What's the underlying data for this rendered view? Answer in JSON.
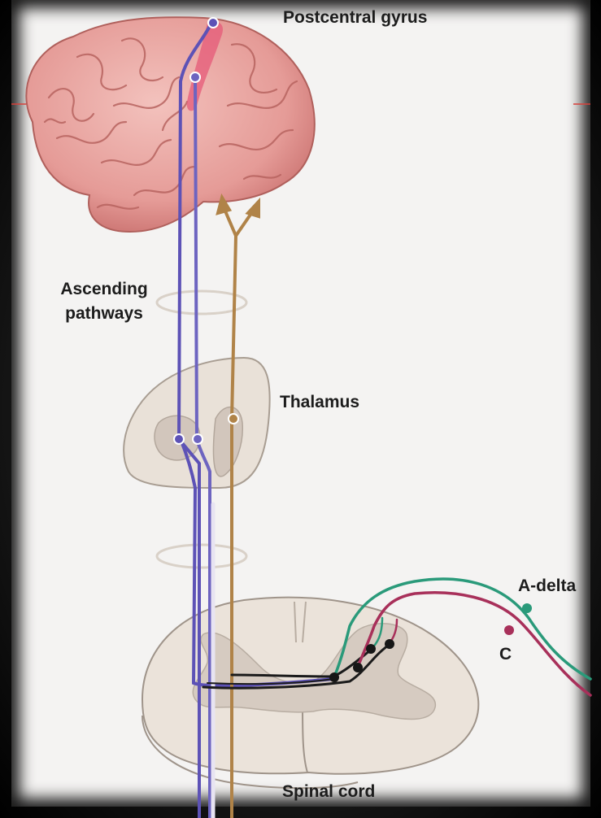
{
  "labels": {
    "postcentral_gyrus": "Postcentral gyrus",
    "ascending_pathways_line1": "Ascending",
    "ascending_pathways_line2": "pathways",
    "thalamus": "Thalamus",
    "a_delta": "A-delta",
    "c_fiber": "C",
    "spinal_cord": "Spinal cord"
  },
  "colors": {
    "brain": "#e8a2a0",
    "brain_gyri_outline": "#b8605e",
    "postcentral_highlight": "#e0607a",
    "ascending_purple": "#5a4fb0",
    "ascending_tan": "#b08040",
    "a_delta_fiber": "#2a9a7a",
    "c_fiber": "#a8305a",
    "tissue": "#e9e1d8",
    "tissue_outline": "#9a8f85",
    "gray_matter": "#d2c6bc",
    "background": "#f4f3f2"
  }
}
